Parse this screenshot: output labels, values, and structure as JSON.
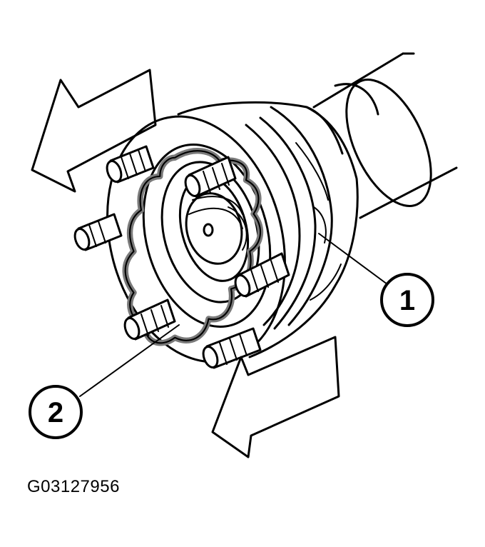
{
  "callouts": [
    {
      "label": "1",
      "part": "cv joint boot"
    },
    {
      "label": "2",
      "part": "gasket"
    }
  ],
  "figure_id": "G03127956",
  "colors": {
    "ink": "#000000",
    "paper": "#ffffff",
    "gasket": "#7a7a7a"
  }
}
